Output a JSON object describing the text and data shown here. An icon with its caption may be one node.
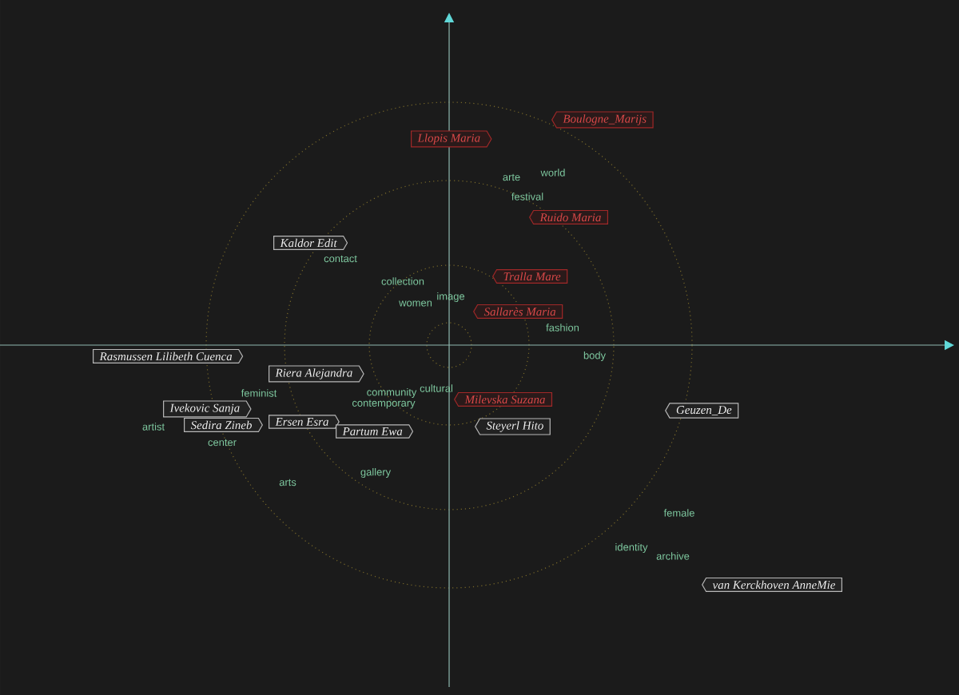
{
  "diagram": {
    "nodes": [
      {
        "text": [
          "Boulogne_Marijs"
        ]
      },
      {
        "text": [
          "Llopis Maria"
        ]
      },
      {
        "text": [
          "Kaldor Edit"
        ]
      },
      {
        "text": [
          "Ruido Maria"
        ]
      },
      {
        "text": [
          "Tralla Mare"
        ]
      },
      {
        "text": [
          "Sallarès Maria"
        ]
      },
      {
        "text": [
          "Rasmussen Lilibeth Cuenca"
        ]
      },
      {
        "text": [
          "Riera Alejandra"
        ]
      },
      {
        "text": [
          "Milevska Suzana"
        ]
      },
      {
        "text": [
          "Ivekovic Sanja"
        ]
      },
      {
        "text": [
          "Sedira Zineb"
        ]
      },
      {
        "text": [
          "Ersen Esra"
        ]
      },
      {
        "text": [
          "Partum Ewa"
        ]
      },
      {
        "text": [
          "Steyerl Hito"
        ]
      },
      {
        "text": [
          "Geuzen_De"
        ]
      },
      {
        "text": [
          "van Kerckhoven AnneMie"
        ]
      }
    ],
    "labels": [
      "arte",
      "world",
      "festival",
      "contact",
      "collection",
      "women",
      "image",
      "fashion",
      "body",
      "community",
      "cultural",
      "contemporary",
      "feminist",
      "artist",
      "center",
      "arts",
      "gallery",
      "female",
      "identity",
      "archive"
    ]
  }
}
